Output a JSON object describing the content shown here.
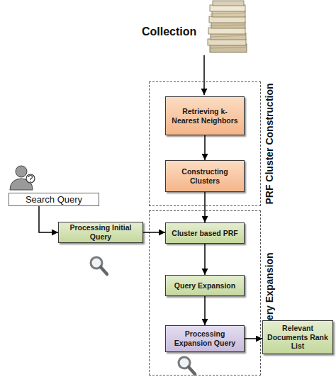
{
  "diagram": {
    "nodes": [
      {
        "text": [
          "PRF Cluster Construction"
        ]
      },
      {
        "text": [
          "Retrieving k-Nearest Neighbors"
        ],
        "in": 0
      },
      {
        "text": [
          "Constructing Clusters"
        ],
        "in": 0
      },
      {
        "text": [
          "Search Query"
        ]
      },
      {
        "text": [
          "Processing Initial Query"
        ]
      },
      {
        "text": [
          "Query Expansion"
        ]
      },
      {
        "text": [
          "Cluster based PRF"
        ],
        "in": 5
      },
      {
        "text": [
          "Query Expansion"
        ],
        "in": 5
      },
      {
        "text": [
          "Processing Expansion Query"
        ],
        "in": 5
      },
      {
        "text": [
          "Relevant Documents Rank List"
        ]
      }
    ],
    "edges": [
      {
        "from": 1,
        "to": 2,
        "arrow": "to"
      },
      {
        "from": 2,
        "to": 6,
        "arrow": "to"
      },
      {
        "from": 3,
        "to": 4,
        "arrow": "to"
      },
      {
        "from": 4,
        "to": 6,
        "arrow": "to"
      },
      {
        "from": 6,
        "to": 7,
        "arrow": "to"
      },
      {
        "from": 7,
        "to": 8,
        "arrow": "to"
      },
      {
        "from": 8,
        "to": 9,
        "arrow": "to"
      }
    ],
    "labels": [
      "Collection"
    ]
  }
}
